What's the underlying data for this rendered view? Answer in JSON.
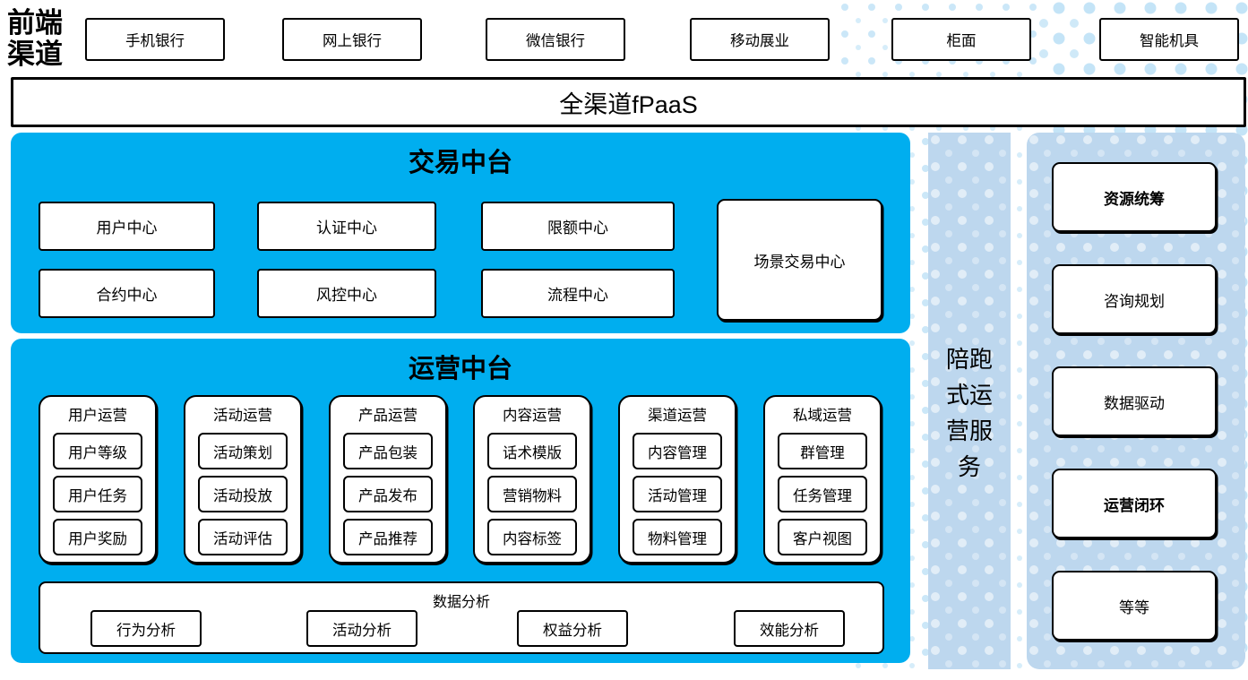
{
  "front_channels": {
    "label": "前端渠道",
    "items": [
      "手机银行",
      "网上银行",
      "微信银行",
      "移动展业",
      "柜面",
      "智能机具"
    ]
  },
  "fpaas": {
    "label": "全渠道fPaaS"
  },
  "trade_platform": {
    "title": "交易中台",
    "row1": [
      "用户中心",
      "认证中心",
      "限额中心"
    ],
    "row2": [
      "合约中心",
      "风控中心",
      "流程中心"
    ],
    "scene_center": "场景交易中心"
  },
  "ops_platform": {
    "title": "运营中台",
    "groups": [
      {
        "title": "用户运营",
        "items": [
          "用户等级",
          "用户任务",
          "用户奖励"
        ]
      },
      {
        "title": "活动运营",
        "items": [
          "活动策划",
          "活动投放",
          "活动评估"
        ]
      },
      {
        "title": "产品运营",
        "items": [
          "产品包装",
          "产品发布",
          "产品推荐"
        ]
      },
      {
        "title": "内容运营",
        "items": [
          "话术模版",
          "营销物料",
          "内容标签"
        ]
      },
      {
        "title": "渠道运营",
        "items": [
          "内容管理",
          "活动管理",
          "物料管理"
        ]
      },
      {
        "title": "私域运营",
        "items": [
          "群管理",
          "任务管理",
          "客户视图"
        ]
      }
    ],
    "analysis": {
      "title": "数据分析",
      "items": [
        "行为分析",
        "活动分析",
        "权益分析",
        "效能分析"
      ]
    }
  },
  "side_service": {
    "label": "陪跑式运营服务"
  },
  "right_panel": {
    "items": [
      {
        "label": "资源统筹",
        "bold": true
      },
      {
        "label": "咨询规划",
        "bold": false
      },
      {
        "label": "数据驱动",
        "bold": false
      },
      {
        "label": "运营闭环",
        "bold": true
      },
      {
        "label": "等等",
        "bold": false
      }
    ]
  },
  "colors": {
    "vivid_blue": "#00AEEF",
    "light_blue": "#BDD7EE",
    "dot_blue": "#CBE7F8"
  }
}
